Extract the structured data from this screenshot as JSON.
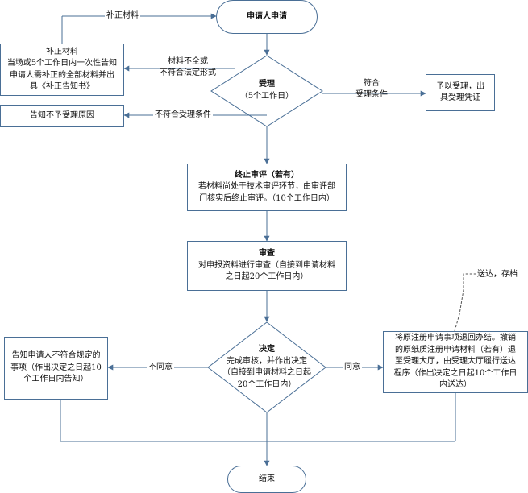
{
  "start": "申请人申请",
  "supplement": {
    "title": "补正材料",
    "body": "当场或5个工作日内一次性告知\n申请人需补正的全部材料并出\n具《补正告知书》"
  },
  "accept": {
    "title": "受理",
    "sub": "（5个工作日）"
  },
  "accept_result": "予以受理，出\n具受理凭证",
  "reject_notice": "告知不予受理原因",
  "terminate": {
    "title": "终止审评（若有）",
    "body": "若材料尚处于技术审评环节，由审评部\n门核实后终止审评。（10个工作日内）"
  },
  "review": {
    "title": "审查",
    "body": "对申报资料进行审查（自接到申请材料\n之日起20个工作日内）"
  },
  "decision": {
    "title": "决定",
    "body": "完成审核，并作出决定\n（自接到申请材料之日起\n20个工作日内）"
  },
  "disagree_box": "告知申请人不符合规定的\n事项（作出决定之日起10\n个工作日内告知）",
  "agree_box": "将原注册申请事项退回办结。撤销\n的原纸质注册申请材料（若有）退\n至受理大厅，由受理大厅履行送达\n程序（作出决定之日起10个工作日\n内送达）",
  "end": "结束",
  "labels": {
    "supplement_loop": "补正材料",
    "incomplete": "材料不全或\n不符合法定形式",
    "meets": "符合\n受理条件",
    "not_meets": "不符合受理条件",
    "disagree": "不同意",
    "agree": "同意",
    "archive": "送达，存档"
  },
  "colors": {
    "line": "#4a6f96",
    "arrow": "#4a6f96"
  }
}
